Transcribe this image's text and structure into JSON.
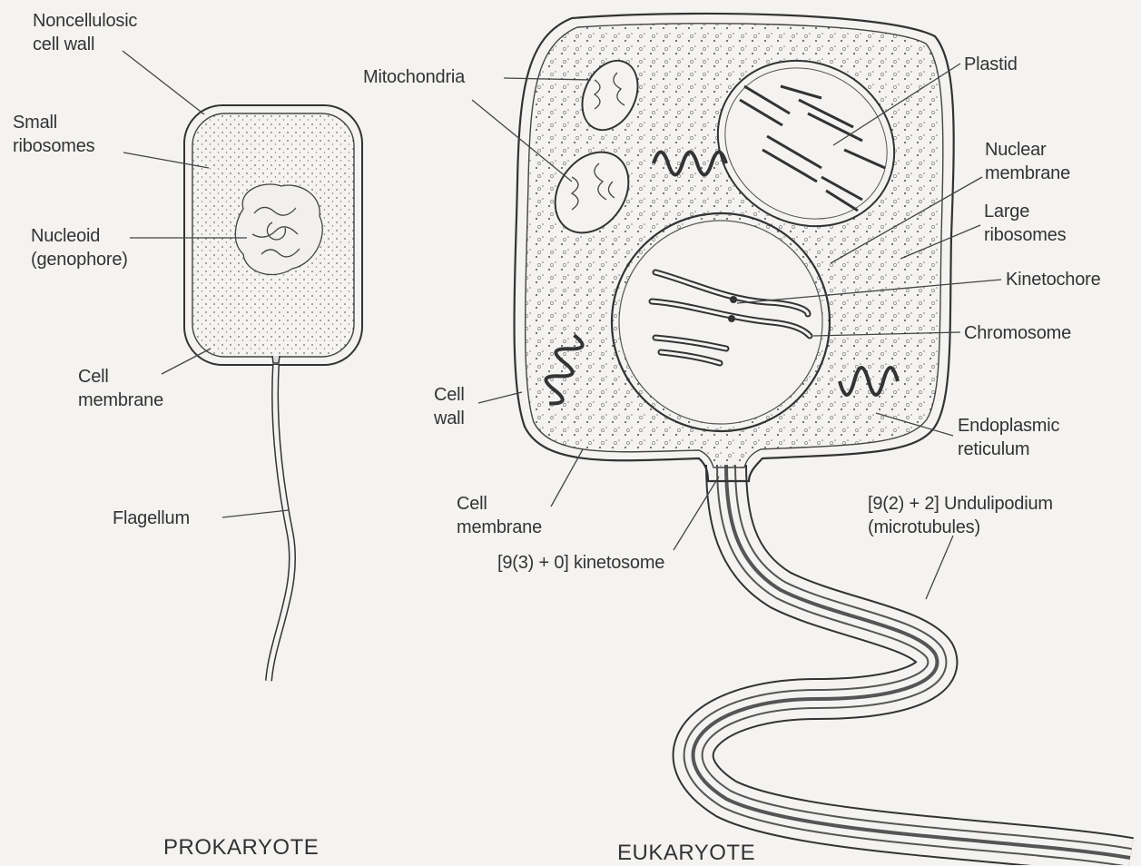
{
  "colors": {
    "background": "#f4f3f1",
    "ink": "#333333",
    "stipple": "#6a6a6a"
  },
  "titles": {
    "prokaryote": "PROKARYOTE",
    "eukaryote": "EUKARYOTE"
  },
  "labels": {
    "noncellulosic_wall": [
      "Noncellulosic",
      "cell wall"
    ],
    "small_ribosomes": [
      "Small",
      "ribosomes"
    ],
    "nucleoid": [
      "Nucleoid",
      "(genophore)"
    ],
    "cell_membrane_pro": [
      "Cell",
      "membrane"
    ],
    "flagellum": "Flagellum",
    "mitochondria": "Mitochondria",
    "plastid": "Plastid",
    "nuclear_membrane": [
      "Nuclear",
      "membrane"
    ],
    "large_ribosomes": [
      "Large",
      "ribosomes"
    ],
    "kinetochore": "Kinetochore",
    "chromosome": "Chromosome",
    "cell_wall_eu": [
      "Cell",
      "wall"
    ],
    "endoplasmic_reticulum": [
      "Endoplasmic",
      "reticulum"
    ],
    "cell_membrane_eu": [
      "Cell",
      "membrane"
    ],
    "kinetosome": "[9(3) + 0]  kinetosome",
    "undulipodium": [
      "[9(2) + 2]  Undulipodium",
      "(microtubules)"
    ]
  }
}
